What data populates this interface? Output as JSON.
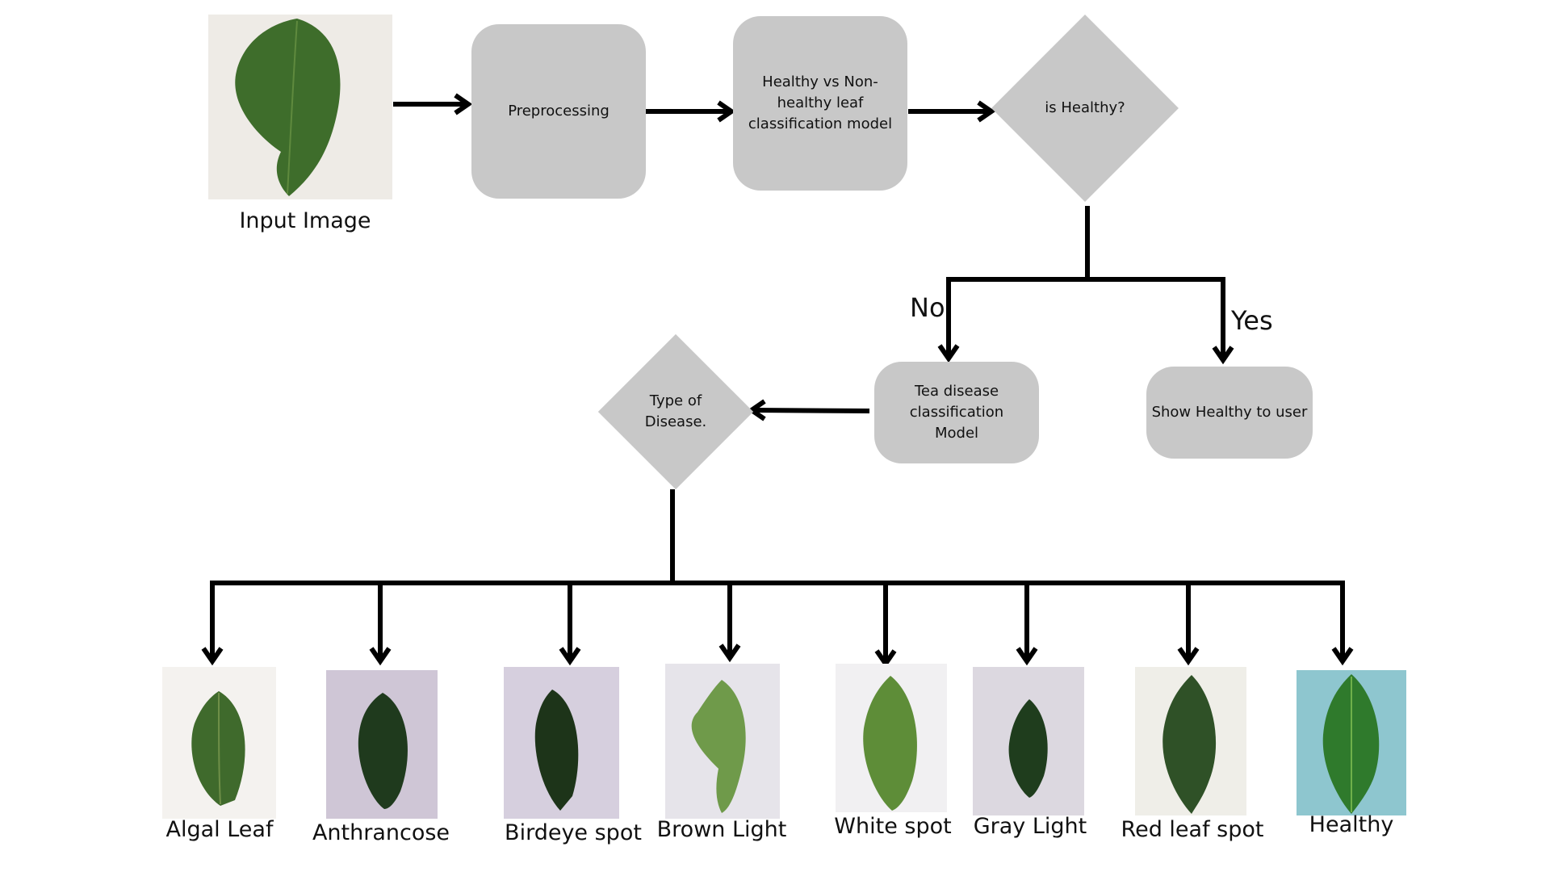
{
  "input": {
    "caption": "Input Image"
  },
  "nodes": {
    "preprocessing": "Preprocessing",
    "healthy_classifier": "Healthy vs Non-\nhealthy leaf\nclassification model",
    "is_healthy": "is Healthy?",
    "tea_disease_model": "Tea disease\nclassification Model",
    "show_healthy": "Show Healthy to user",
    "type_of_disease": "Type of\nDisease."
  },
  "branches": {
    "no": "No",
    "yes": "Yes"
  },
  "classes": [
    {
      "label": "Algal Leaf",
      "bg": "#f4f2ef",
      "leaf": "#3f6a2c"
    },
    {
      "label": "Anthrancose",
      "bg": "#cfc6d6",
      "leaf": "#1f3a1d"
    },
    {
      "label": "Birdeye spot",
      "bg": "#d6cfde",
      "leaf": "#1d3419"
    },
    {
      "label": "Brown Light",
      "bg": "#e6e4ea",
      "leaf": "#6f9a4a"
    },
    {
      "label": "White spot",
      "bg": "#f1f0f2",
      "leaf": "#5e8d38"
    },
    {
      "label": "Gray Light",
      "bg": "#dcd8e0",
      "leaf": "#1f3d1d"
    },
    {
      "label": "Red leaf spot",
      "bg": "#efeee8",
      "leaf": "#2f5127"
    },
    {
      "label": "Healthy",
      "bg": "#8ec6cf",
      "leaf": "#2f7a2c"
    }
  ],
  "colors": {
    "node_fill": "#c8c8c8",
    "connector": "#000000"
  }
}
